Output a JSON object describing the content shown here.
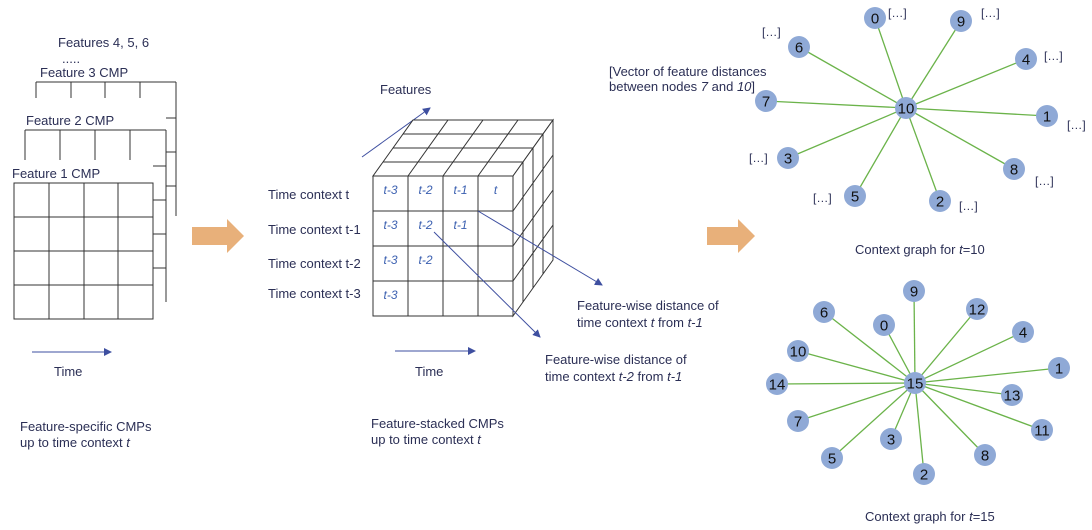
{
  "colors": {
    "node_fill": "#8fa9d6",
    "edge": "#6bb34a",
    "arrow_blue": "#3e4fa0",
    "big_arrow": "#e8b07a",
    "grid": "#333333"
  },
  "panel1": {
    "feature_stack_top": "Features 4, 5, 6",
    "ellipsis": ".....",
    "feature3": "Feature 3 CMP",
    "feature2": "Feature 2 CMP",
    "feature1": "Feature 1 CMP",
    "time_label": "Time",
    "caption_line1": "Feature-specific CMPs",
    "caption_line2_prefix": "up to time context ",
    "caption_line2_var": "t"
  },
  "panel2": {
    "features_axis": "Features",
    "row_labels": [
      "Time context t",
      "Time context t-1",
      "Time context t-2",
      "Time context t-3"
    ],
    "front_cells": [
      [
        "t-3",
        "t-2",
        "t-1",
        "t"
      ],
      [
        "t-3",
        "t-2",
        "t-1",
        ""
      ],
      [
        "t-3",
        "t-2",
        "",
        ""
      ],
      [
        "t-3",
        "",
        "",
        ""
      ]
    ],
    "time_label": "Time",
    "dist1_line1": "Feature-wise distance of",
    "dist1_line2_a": "time context ",
    "dist1_line2_var1": "t",
    "dist1_line2_b": " from ",
    "dist1_line2_var2": "t-1",
    "dist2_line1": "Feature-wise distance of",
    "dist2_line2_a": "time context ",
    "dist2_line2_var1": "t-2",
    "dist2_line2_b": " from ",
    "dist2_line2_var2": "t-1",
    "caption_line1": "Feature-stacked CMPs",
    "caption_line2_prefix": "up to time context ",
    "caption_line2_var": "t"
  },
  "graph1": {
    "annotation_line1": "[Vector of feature distances",
    "annotation_line2_a": "between nodes ",
    "annotation_line2_var1": "7",
    "annotation_line2_b": " and ",
    "annotation_line2_var2": "10",
    "annotation_line2_c": "]",
    "center": "10",
    "nodes": [
      "0",
      "9",
      "6",
      "4",
      "7",
      "1",
      "3",
      "8",
      "5",
      "2"
    ],
    "bracket": "[…]",
    "caption_prefix": "Context graph for ",
    "caption_var": "t",
    "caption_suffix": "=10"
  },
  "graph2": {
    "center": "15",
    "nodes": [
      "9",
      "12",
      "6",
      "0",
      "4",
      "10",
      "1",
      "14",
      "13",
      "7",
      "11",
      "3",
      "5",
      "8",
      "2"
    ],
    "caption_prefix": "Context graph for ",
    "caption_var": "t",
    "caption_suffix": "=15"
  }
}
